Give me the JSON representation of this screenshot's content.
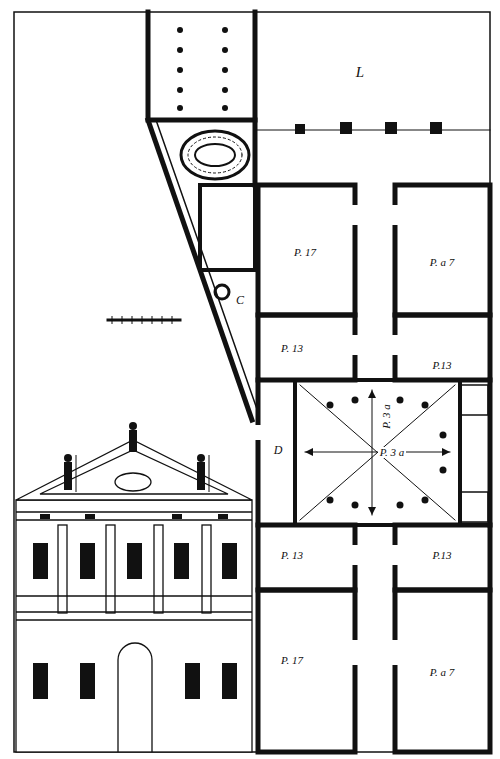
{
  "diagram": {
    "labels": [
      "L",
      "P. 17",
      "P. a 7",
      "P. 13",
      "P.13",
      "C",
      "D",
      "P. 3 a",
      "P. 3 a",
      "P. 13",
      "P.13",
      "P. 17",
      "P. a 7"
    ]
  }
}
